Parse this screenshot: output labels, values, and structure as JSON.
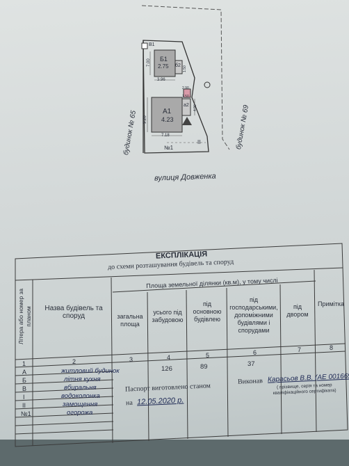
{
  "scheme": {
    "building_b_label": "Б1",
    "building_b_area": "2.75",
    "building_b_porch": "б2",
    "building_a_label": "А1",
    "building_a_area": "4.23",
    "building_a_porch": "а2",
    "well_label": "В1",
    "fence_label": "№1",
    "outbuilding_label": "II",
    "dim_b_height": "7.00",
    "dim_b_width": "3.96",
    "dim_b_porch": "1.50",
    "dim_a_height": "9.20",
    "dim_a_width": "7.18",
    "dim_a_porch_h": "4.90",
    "dim_a_porch_w": "1.50",
    "dim_a_porch_top": "2.90",
    "neighbor_left": "будинок № 65",
    "neighbor_right": "будинок № 69",
    "street": "вулиця Довженка"
  },
  "table": {
    "title": "ЕКСПЛІКАЦІЯ",
    "subtitle": "до схеми розташування будівель та споруд",
    "col_litera": "Літера або номер за планом",
    "col_name": "Назва будівель та споруд",
    "col_group": "Площа земельної ділянки (кв.м), у тому числі",
    "col_total": "загальна площа",
    "col_built": "усього під забудовою",
    "col_main": "під основною будівлею",
    "col_aux": "під господарськими, допоміжними будівлями і спорудами",
    "col_yard": "під двором",
    "col_note": "Примітка",
    "nums": [
      "1",
      "2",
      "3",
      "4",
      "5",
      "6",
      "7",
      "8"
    ],
    "rows": [
      {
        "code": "А",
        "name": "житловий будинок",
        "built": "126",
        "main": "89",
        "aux": "37"
      },
      {
        "code": "Б",
        "name": "літня кухня"
      },
      {
        "code": "В",
        "name": "вбиральня"
      },
      {
        "code": "І",
        "name": "водоколонка"
      },
      {
        "code": "ІІ",
        "name": "замощення"
      },
      {
        "code": "№1",
        "name": "огорожа"
      }
    ]
  },
  "footer": {
    "passport_text": "Паспорт виготовлено станом",
    "date_prefix": "на",
    "date": "12.05.2020 р.",
    "performed_label": "Виконав",
    "performer": "Карасьов В.В. (АЕ 001669)",
    "performer_note": "( прізвище, серія та номер кваліфікаційного сертифіката)"
  }
}
